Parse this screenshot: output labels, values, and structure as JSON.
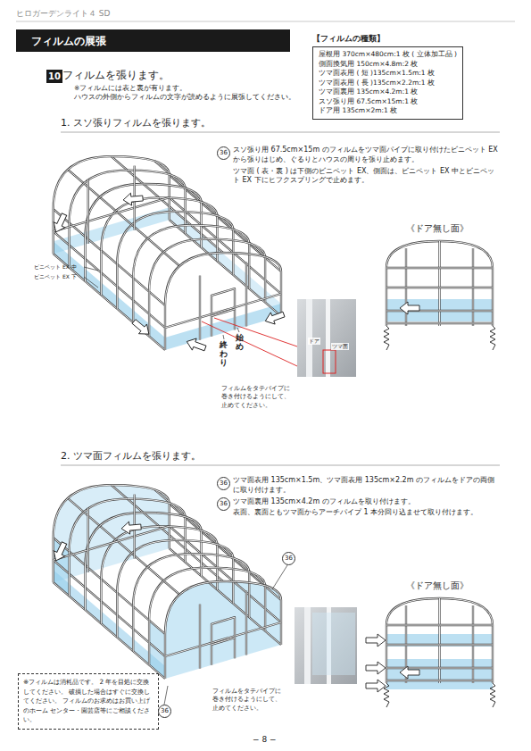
{
  "diagram": {
    "title": "フィルムの展張",
    "nodes": [
      {
        "text": [
          "10"
        ]
      },
      {
        "text": [
          "【フィルムの種類】",
          "屋根用 370cm×480cm:1 枚 ( 立体加工品 )",
          "側面換気用 150cm×4.8m:2 枚",
          "ツマ面表用 ( 短 )135cm×1.5m:1 枚",
          "ツマ面表用 ( 長 )135cm×2.2m:1 枚",
          "ツマ面裏用 135cm×4.2m:1 枚",
          "スソ張り用 67.5cm×15m:1 枚",
          "ドア用 135cm×2m:1 枚"
        ]
      },
      {
        "text": [
          "※フィルムは消耗品です。 2 年を目処に交換してください。 破損した場合はすぐに交換してください。 フィルムのお求めはお買い上げのホーム センター・園芸店等にご相談ください。"
        ]
      }
    ],
    "labels": [
      "ヒロガーデンライト４ SD",
      "フィルムを張ります。",
      "※フィルムには表と裏が有ります。 ハウスの外側からフィルムの文字が読めるように展張してください。",
      "1. スソ張りフィルムを張ります。",
      "36",
      "スソ張り用 67.5cm×15m のフィルムをツマ面パイプに取り付けたビニペット EX から張りはじめ、ぐるりとハウスの周りを張り止めます。",
      "ツマ面 ( 表・裏 ) は下側のビニペット EX、側面は、ビニペット EX 中とビニペット EX 下にヒフクスプリングで止めます。",
      "《ドア無し面》",
      "ビニペット EX 中",
      "ビニペット EX 下",
      "始め",
      "終わり",
      "ドア",
      "ツマ面",
      "フィルムをタテパイプに 巻き付けるようにして、 止めてください。",
      "2. ツマ面フィルムを張ります。",
      "36",
      "ツマ面表用 135cm×1.5m、ツマ面表用 135cm×2.2m のフィルムをドアの両側に取り付けます。",
      "36",
      "ツマ面裏用 135cm×4.2m のフィルムを取り付けます。",
      "表面、裏面ともツマ面からアーチパイプ 1 本分回り込ませて取り付けます。",
      "《ドア無し面》",
      "36",
      "36",
      "フィルムをタテパイプに 巻き付けるようにして、 止めてください。",
      "− 8 −"
    ]
  }
}
